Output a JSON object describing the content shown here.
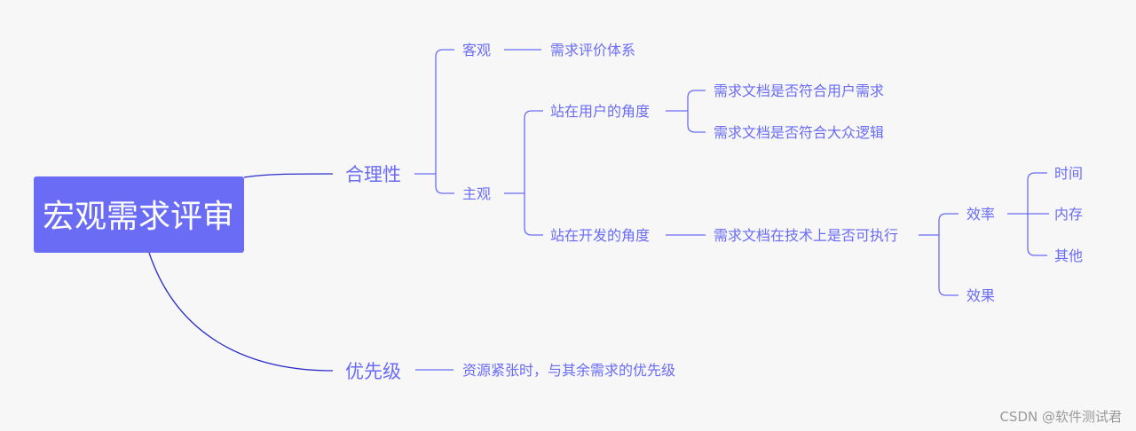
{
  "root": {
    "label": "宏观需求评审"
  },
  "branches": {
    "rationality": {
      "label": "合理性",
      "objective": {
        "label": "客观",
        "child": "需求评价体系"
      },
      "subjective": {
        "label": "主观",
        "user_view": {
          "label": "站在用户的角度",
          "children": [
            "需求文档是否符合用户需求",
            "需求文档是否符合大众逻辑"
          ]
        },
        "dev_view": {
          "label": "站在开发的角度",
          "child": "需求文档在技术上是否可执行",
          "efficiency": {
            "label": "效率",
            "children": [
              "时间",
              "内存",
              "其他"
            ]
          },
          "effect": {
            "label": "效果"
          }
        }
      }
    },
    "priority": {
      "label": "优先级",
      "child": "资源紧张时，与其余需求的优先级"
    }
  },
  "watermark": "CSDN @软件测试君",
  "colors": {
    "accent": "#6a6cf6",
    "root_edge": "#2b2fc7",
    "background": "#f7f7f8",
    "watermark": "#9a9a9a"
  }
}
